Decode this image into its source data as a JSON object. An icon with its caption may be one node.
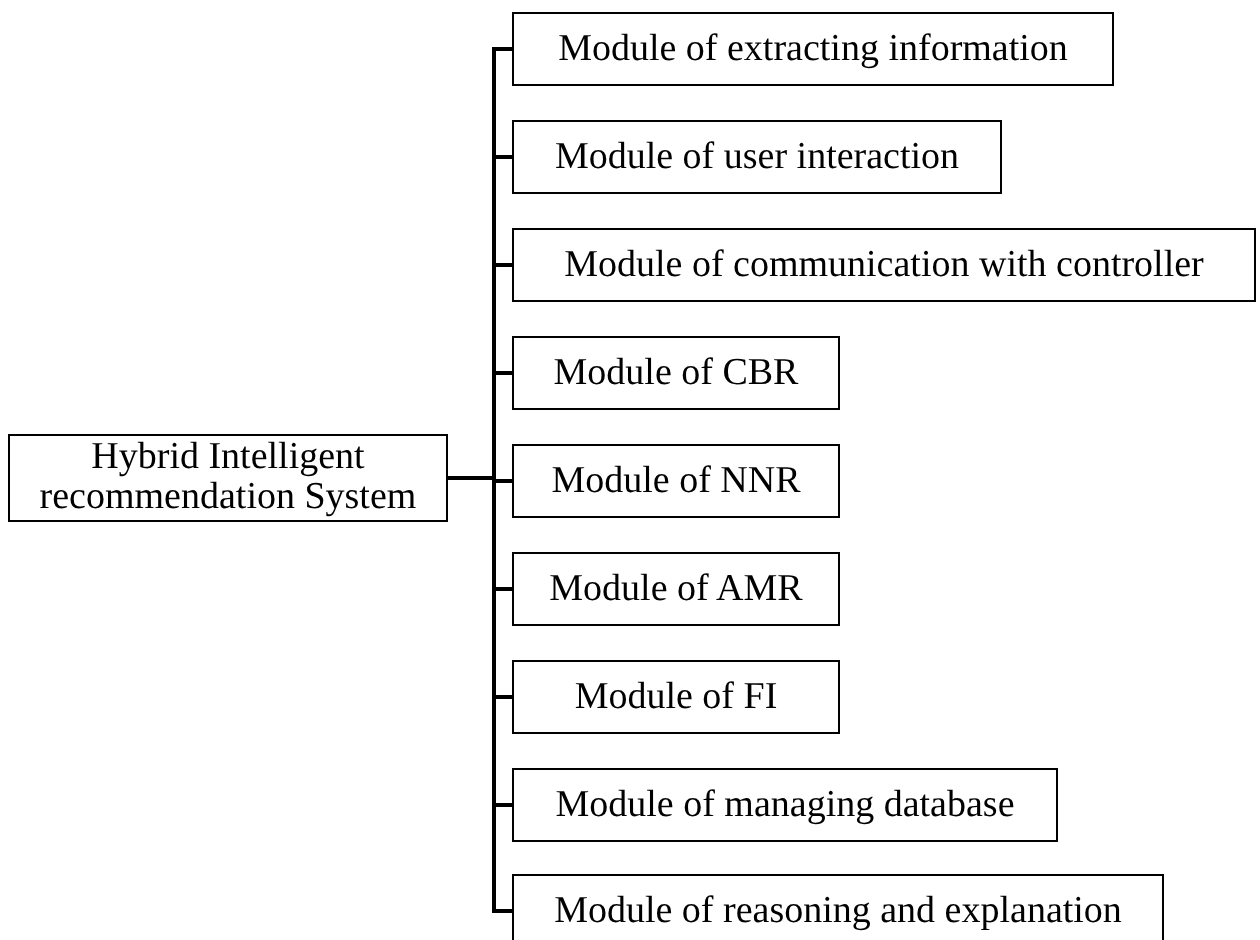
{
  "diagram": {
    "nodes": [
      {
        "text": [
          "Hybrid Intelligent recommendation System"
        ]
      },
      {
        "text": [
          "Module of extracting information"
        ]
      },
      {
        "text": [
          "Module of user interaction"
        ]
      },
      {
        "text": [
          "Module of communication with controller"
        ]
      },
      {
        "text": [
          "Module of CBR"
        ]
      },
      {
        "text": [
          "Module of NNR"
        ]
      },
      {
        "text": [
          "Module of AMR"
        ]
      },
      {
        "text": [
          "Module of FI"
        ]
      },
      {
        "text": [
          "Module of managing database"
        ]
      },
      {
        "text": [
          "Module of reasoning and explanation"
        ]
      }
    ],
    "edges": [
      {
        "from": 0,
        "to": 1,
        "arrow": "none"
      },
      {
        "from": 0,
        "to": 2,
        "arrow": "none"
      },
      {
        "from": 0,
        "to": 3,
        "arrow": "none"
      },
      {
        "from": 0,
        "to": 4,
        "arrow": "none"
      },
      {
        "from": 0,
        "to": 5,
        "arrow": "none"
      },
      {
        "from": 0,
        "to": 6,
        "arrow": "none"
      },
      {
        "from": 0,
        "to": 7,
        "arrow": "none"
      },
      {
        "from": 0,
        "to": 8,
        "arrow": "none"
      },
      {
        "from": 0,
        "to": 9,
        "arrow": "none"
      }
    ]
  }
}
